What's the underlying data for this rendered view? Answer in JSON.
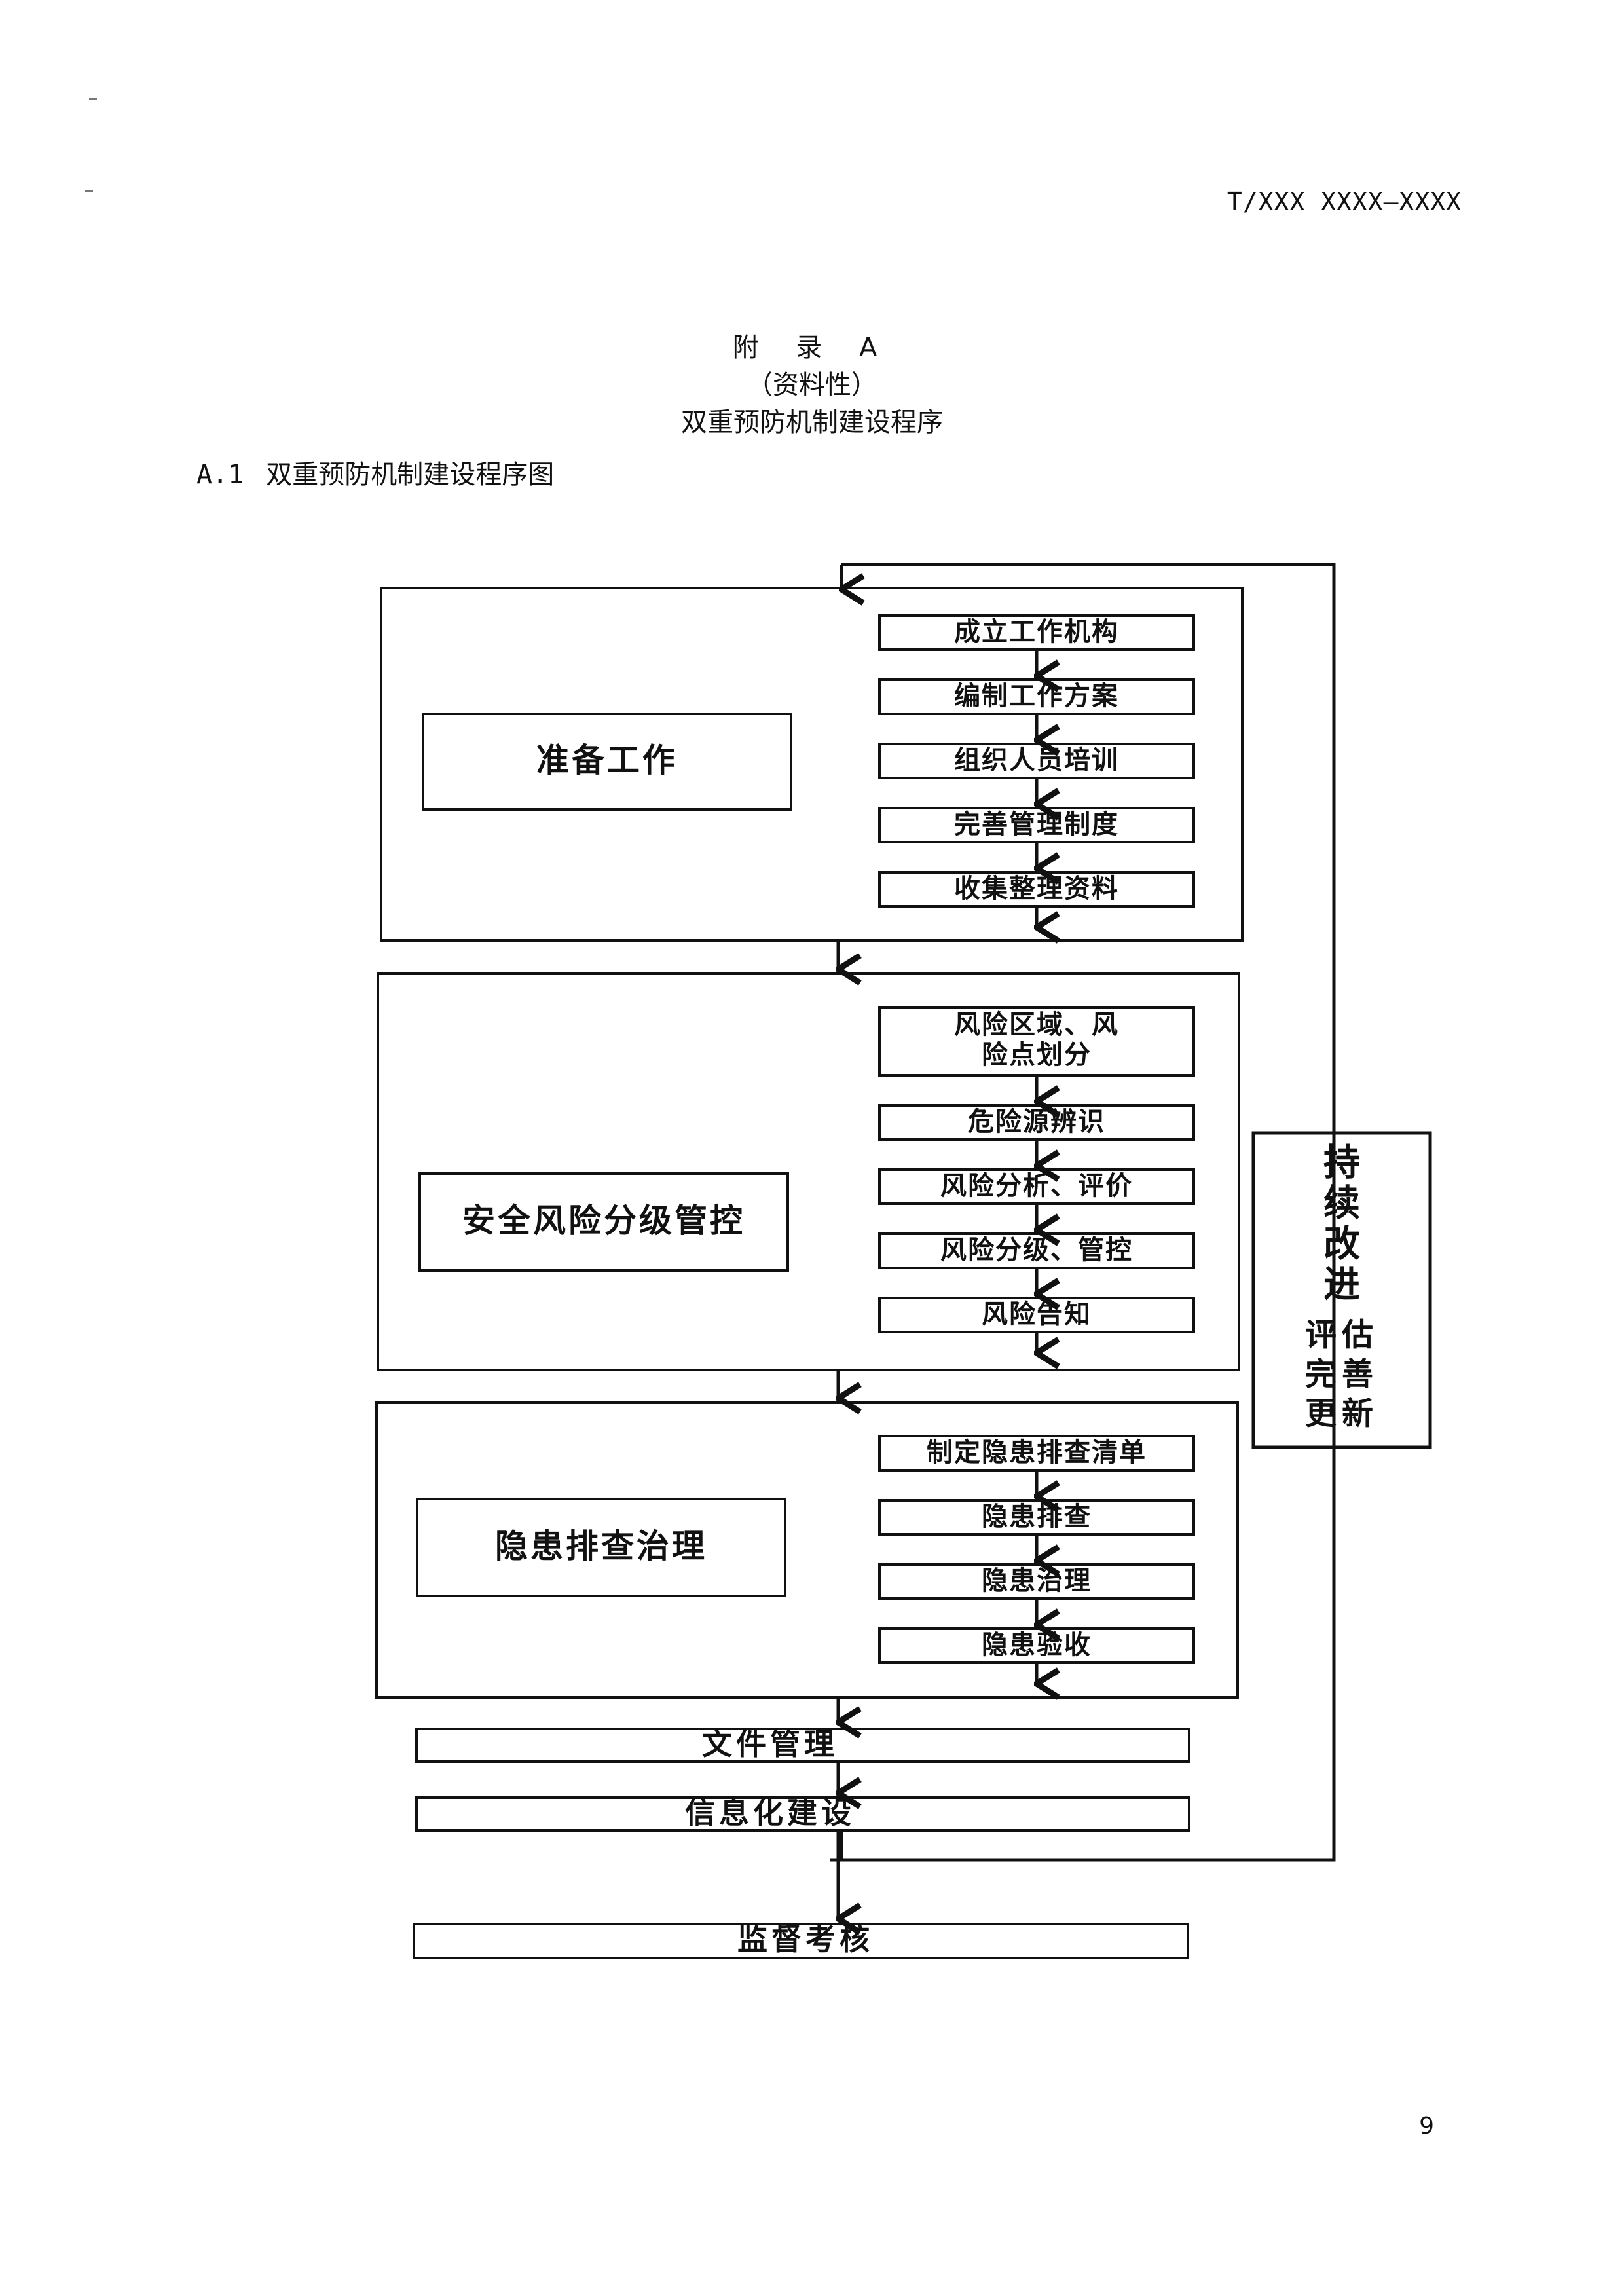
{
  "header": {
    "doc_code": "T/XXX XXXX—XXXX"
  },
  "appendix": {
    "title": "附 录 A",
    "type": "（资料性）",
    "name": "双重预防机制建设程序"
  },
  "section": {
    "number": "A.1",
    "title": "双重预防机制建设程序图"
  },
  "flowchart": {
    "phases": [
      {
        "label": "准备工作",
        "steps": [
          "成立工作机构",
          "编制工作方案",
          "组织人员培训",
          "完善管理制度",
          "收集整理资料"
        ]
      },
      {
        "label": "安全风险分级管控",
        "steps": [
          "风险区域、风险点划分",
          "危险源辨识",
          "风险分析、评价",
          "风险分级、管控",
          "风险告知"
        ]
      },
      {
        "label": "隐患排查治理",
        "steps": [
          "制定隐患排查清单",
          "隐患排查",
          "隐患治理",
          "隐患验收"
        ]
      }
    ],
    "bars": [
      "文件管理",
      "信息化建设"
    ],
    "final": "监督考核",
    "feedback": {
      "title": "持续改进",
      "subtitle": "评估完善更新"
    }
  },
  "footer": {
    "page_number": "9"
  }
}
